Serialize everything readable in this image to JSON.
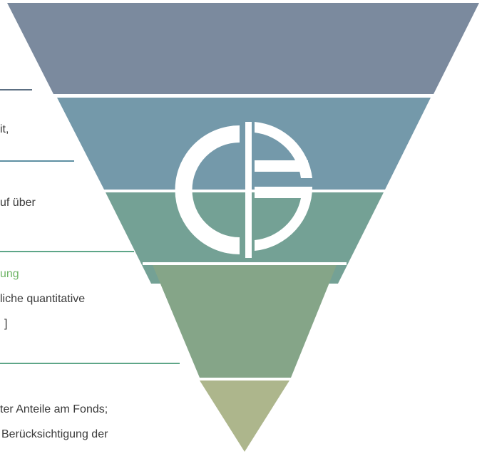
{
  "colors": {
    "tier1": "#7b8a9e",
    "tier2": "#7499aa",
    "tier3": "#74a195",
    "tier4": "#85a588",
    "tier5": "#adb68c",
    "rule1": "#5c6f82",
    "rule2": "#5e8fa2",
    "rule3": "#5ea688",
    "rule4": "#5ea688",
    "accent_text": "#6fb567",
    "body_text": "#3a3a3a"
  },
  "icons": {
    "center_logo": "ca-logo-icon"
  },
  "blocks": [
    {
      "lines": []
    },
    {
      "lines": [
        "it,"
      ]
    },
    {
      "lines": [
        "uf über"
      ]
    },
    {
      "accent_line": "ung",
      "lines": [
        "liche quantitative",
        "]"
      ]
    },
    {
      "lines": [
        "ter Anteile am Fonds;",
        "Berücksichtigung der"
      ]
    }
  ]
}
